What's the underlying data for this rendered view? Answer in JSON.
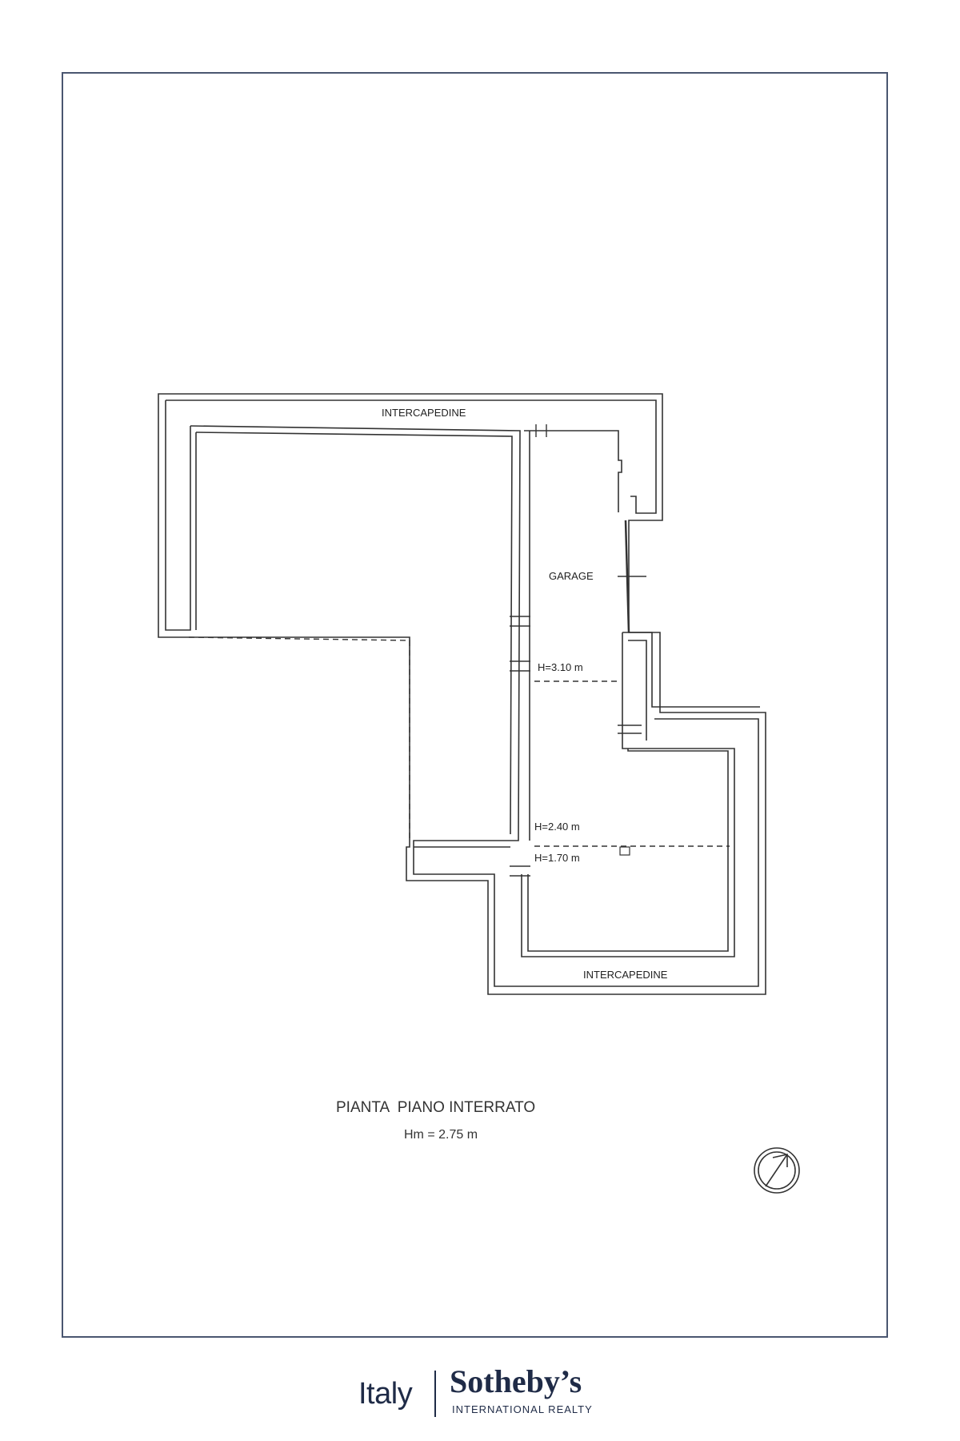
{
  "plan": {
    "labels": {
      "intercapedine_top": "INTERCAPEDINE",
      "garage": "GARAGE",
      "h_310": "H=3.10 m",
      "h_240": "H=2.40 m",
      "h_170": "H=1.70 m",
      "intercapedine_bottom": "INTERCAPEDINE"
    },
    "title": "PIANTA  PIANO INTERRATO",
    "subtitle": "Hm = 2.75 m"
  },
  "brand": {
    "region": "Italy",
    "name": "Sotheby’s",
    "tagline": "INTERNATIONAL REALTY",
    "color": "#1f2b47"
  },
  "colors": {
    "frame": "#4a5670",
    "lines": "#333333"
  }
}
